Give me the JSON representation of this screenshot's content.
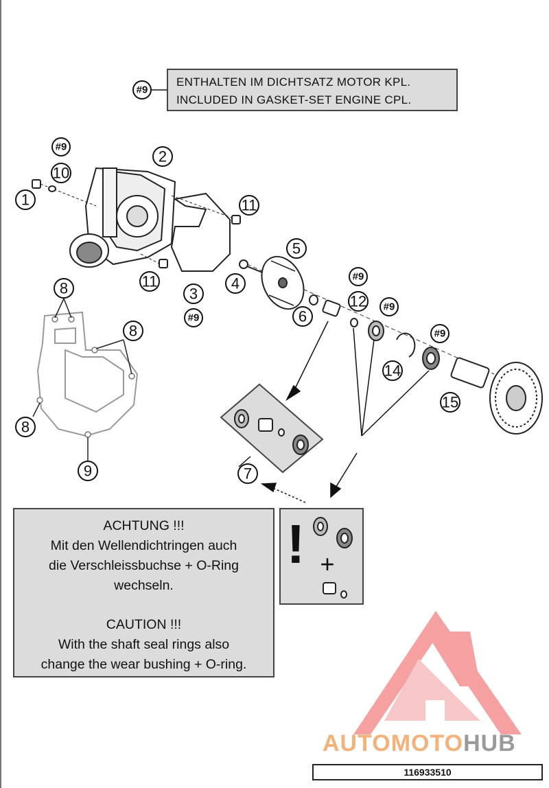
{
  "note": {
    "ref": "#9",
    "line_de": "ENTHALTEN IM DICHTSATZ MOTOR KPL.",
    "line_en": "INCLUDED IN GASKET-SET ENGINE CPL."
  },
  "callouts": {
    "c1": "1",
    "c2": "2",
    "c3": "3",
    "c4": "4",
    "c5": "5",
    "c6": "6",
    "c7": "7",
    "c8a": "8",
    "c8b": "8",
    "c8c": "8",
    "c9": "9",
    "c10": "10",
    "c11a": "11",
    "c11b": "11",
    "c12": "12",
    "c14": "14",
    "c15": "15",
    "ref_a": "#9",
    "ref_b": "#9",
    "ref_c": "#9",
    "ref_d": "#9",
    "ref_e": "#9"
  },
  "caution": {
    "de_title": "ACHTUNG !!!",
    "de_line1": "Mit den Wellendichtringen auch",
    "de_line2": "die Verschleissbuchse + O-Ring",
    "de_line3": "wechseln.",
    "en_title": "CAUTION !!!",
    "en_line1": "With the shaft seal rings also",
    "en_line2": "change the wear bushing + O-ring."
  },
  "kit": {
    "exclaim": "!",
    "plus": "+"
  },
  "part_number": "116933510",
  "brand": {
    "part1": "AUTOMOTO",
    "part2": "HUB"
  }
}
